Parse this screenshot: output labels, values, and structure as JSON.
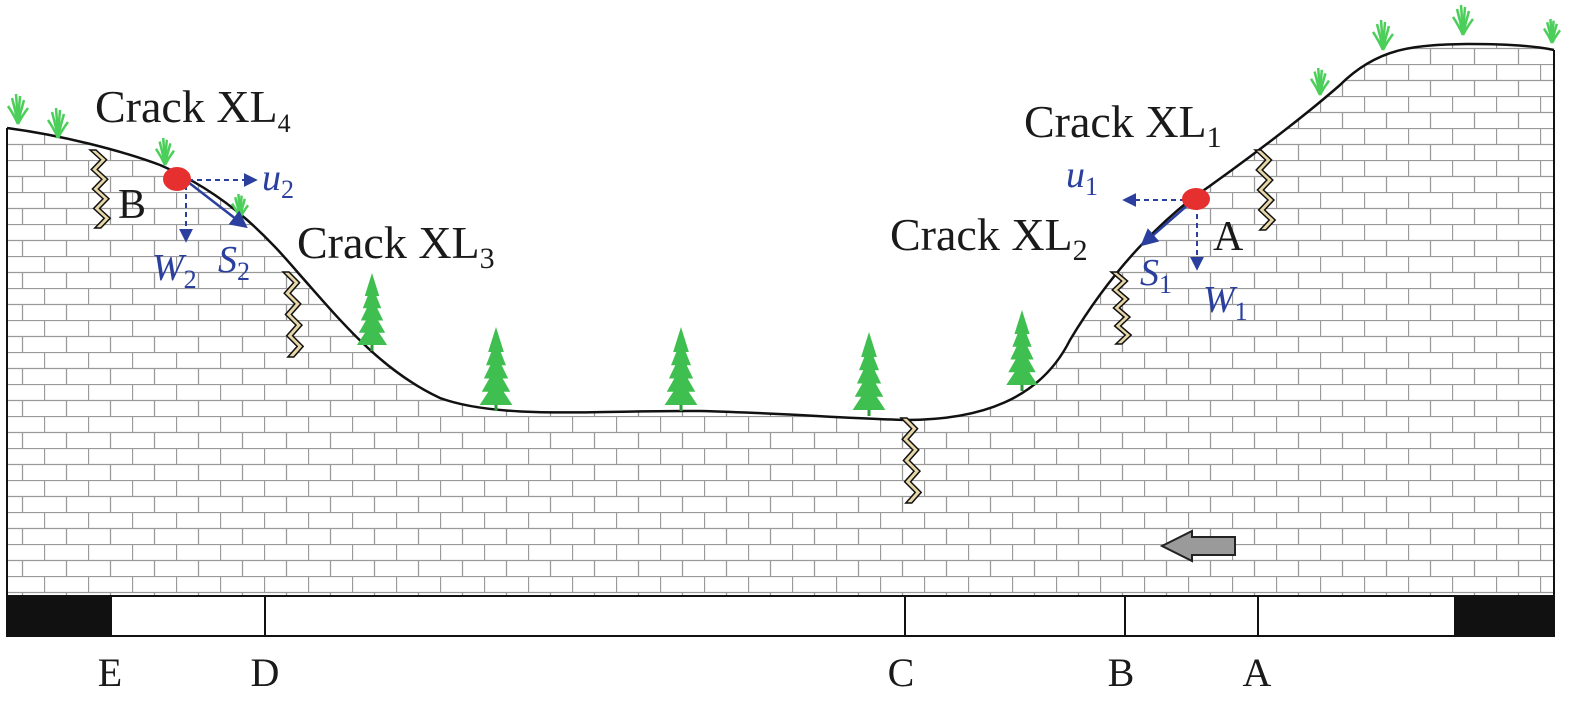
{
  "labels": {
    "crack_xl4": {
      "main": "Crack XL",
      "sub": "4"
    },
    "crack_xl1": {
      "main": "Crack XL",
      "sub": "1"
    },
    "crack_xl2": {
      "main": "Crack XL",
      "sub": "2"
    },
    "crack_xl3": {
      "main": "Crack XL",
      "sub": "3"
    },
    "point_b_left": "B",
    "point_a_right": "A"
  },
  "vectors": {
    "u2": {
      "main": "u",
      "sub": "2"
    },
    "w2": {
      "main": "W",
      "sub": "2"
    },
    "s2": {
      "main": "S",
      "sub": "2"
    },
    "u1": {
      "main": "u",
      "sub": "1"
    },
    "s1": {
      "main": "S",
      "sub": "1"
    },
    "w1": {
      "main": "W",
      "sub": "1"
    }
  },
  "scale_labels": [
    "E",
    "D",
    "C",
    "B",
    "A"
  ],
  "colors": {
    "outline": "#111111",
    "brick_line": "#9a9a9a",
    "tree": "#3fbf4f",
    "grass": "#4ccf5a",
    "block_mass": "#e63030",
    "vector": "#2b3f9e",
    "crack_fill": "#e8d7a8",
    "arrow_fill": "#9a9a9a"
  },
  "icons": [
    "tree-icon",
    "grass-tuft-icon",
    "crack-icon",
    "flow-direction-arrow-icon"
  ]
}
